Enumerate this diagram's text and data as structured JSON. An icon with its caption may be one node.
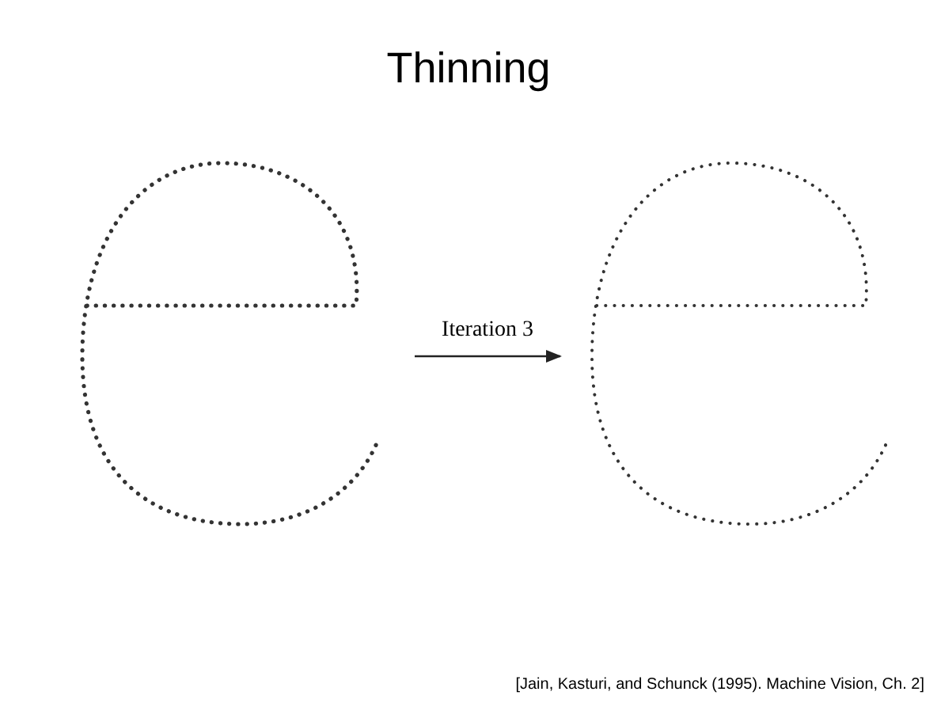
{
  "diagram": {
    "title": "Thinning",
    "caption": "[Jain, Kasturi, and Schunck (1995). Machine Vision, Ch. 2]",
    "nodes": [
      {
        "text": [],
        "shape": "picture"
      },
      {
        "text": [],
        "shape": "picture"
      }
    ],
    "edges": [
      {
        "from": 0,
        "to": 1,
        "arrow": "to",
        "label": "Iteration 3"
      }
    ]
  }
}
